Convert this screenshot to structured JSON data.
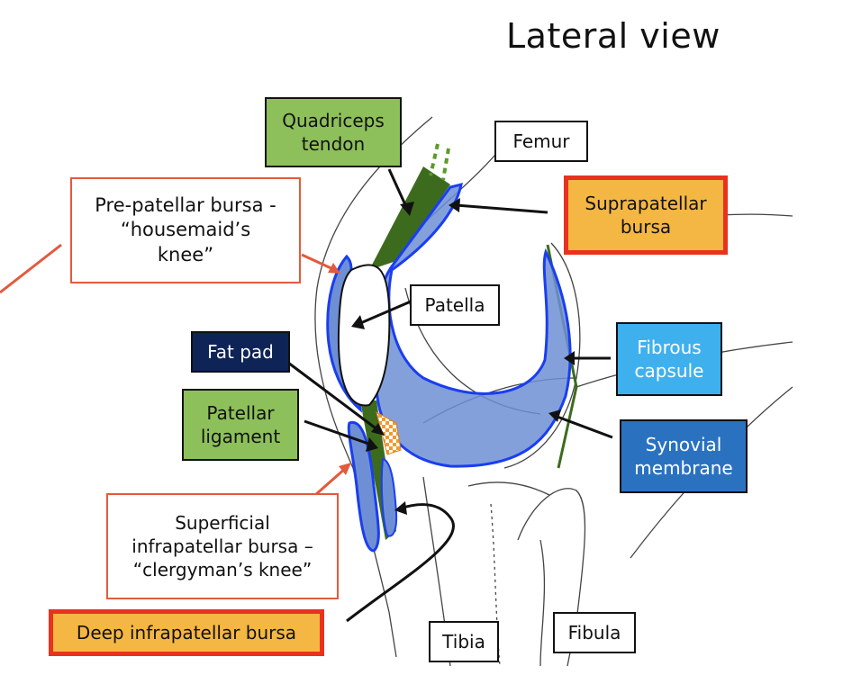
{
  "title": "Lateral view",
  "labels": {
    "quadriceps_tendon": "Quadriceps\ntendon",
    "femur": "Femur",
    "pre_patellar_bursa": "Pre-patellar bursa -\n“housemaid’s\nknee”",
    "suprapatellar_bursa": "Suprapatellar\nbursa",
    "patella": "Patella",
    "fibrous_capsule": "Fibrous\ncapsule",
    "fat_pad": "Fat pad",
    "patellar_ligament": "Patellar\nligament",
    "synovial_membrane": "Synovial\nmembrane",
    "superficial_infrapatellar_bursa": "Superficial\ninfrapatellar bursa –\n“clergyman’s knee”",
    "deep_infrapatellar_bursa": "Deep infrapatellar bursa",
    "tibia": "Tibia",
    "fibula": "Fibula"
  },
  "colors": {
    "bursa_fill": "#6f8fd4",
    "bursa_outline": "#1a3ef0",
    "tendon_green": "#3d6b1e",
    "label_green": "#8dc05a",
    "highlight_orange": "#f5b743",
    "highlight_red": "#e8321e",
    "callout_red": "#e35a3c",
    "fat_pad_navy": "#0e2356",
    "fibrous_capsule_blue": "#3fb0ee",
    "synovial_membrane_blue": "#2a72c0"
  }
}
